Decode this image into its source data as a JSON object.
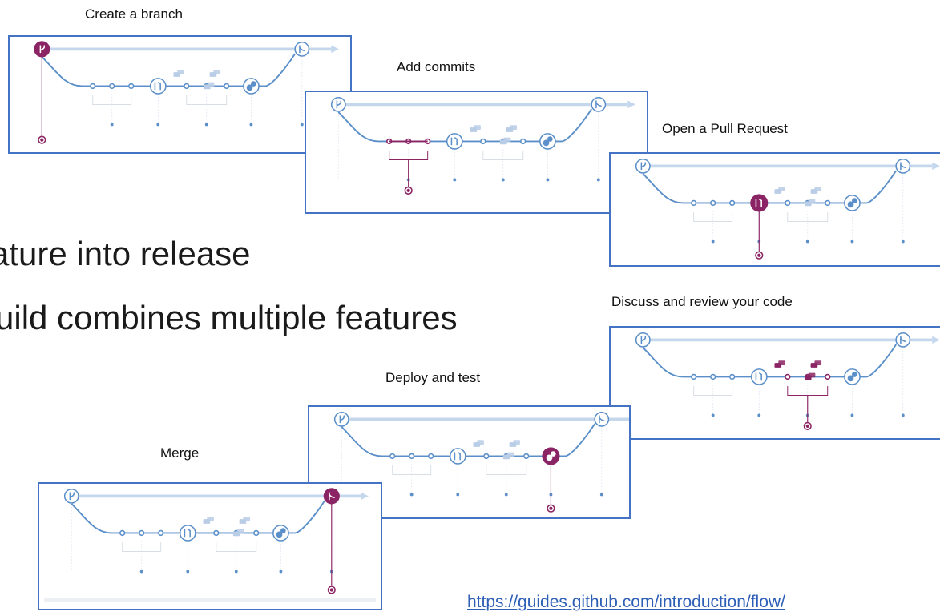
{
  "slide": {
    "bullets": [
      "ature into release",
      "uild combines multiple features"
    ],
    "link_text": "https://guides.github.com/introduction/flow/"
  },
  "colors": {
    "flow_line": "#5b8fc9",
    "rail": "#c5d7ec",
    "highlight": "#8b2464",
    "panel_border": "#4472c4",
    "faded_icon": "#b9cde6"
  },
  "steps": [
    {
      "label": "Create a branch",
      "highlight": "branch-node"
    },
    {
      "label": "Add commits",
      "highlight": "commit-nodes"
    },
    {
      "label": "Open a Pull Request",
      "highlight": "pull-request-node"
    },
    {
      "label": "Discuss and review your code",
      "highlight": "discussion-nodes"
    },
    {
      "label": "Deploy and test",
      "highlight": "deploy-node"
    },
    {
      "label": "Merge",
      "highlight": "merge-node"
    }
  ],
  "icons": [
    "branch-icon",
    "pull-request-icon",
    "comment-icon",
    "deploy-squirrel-icon",
    "merge-icon"
  ]
}
